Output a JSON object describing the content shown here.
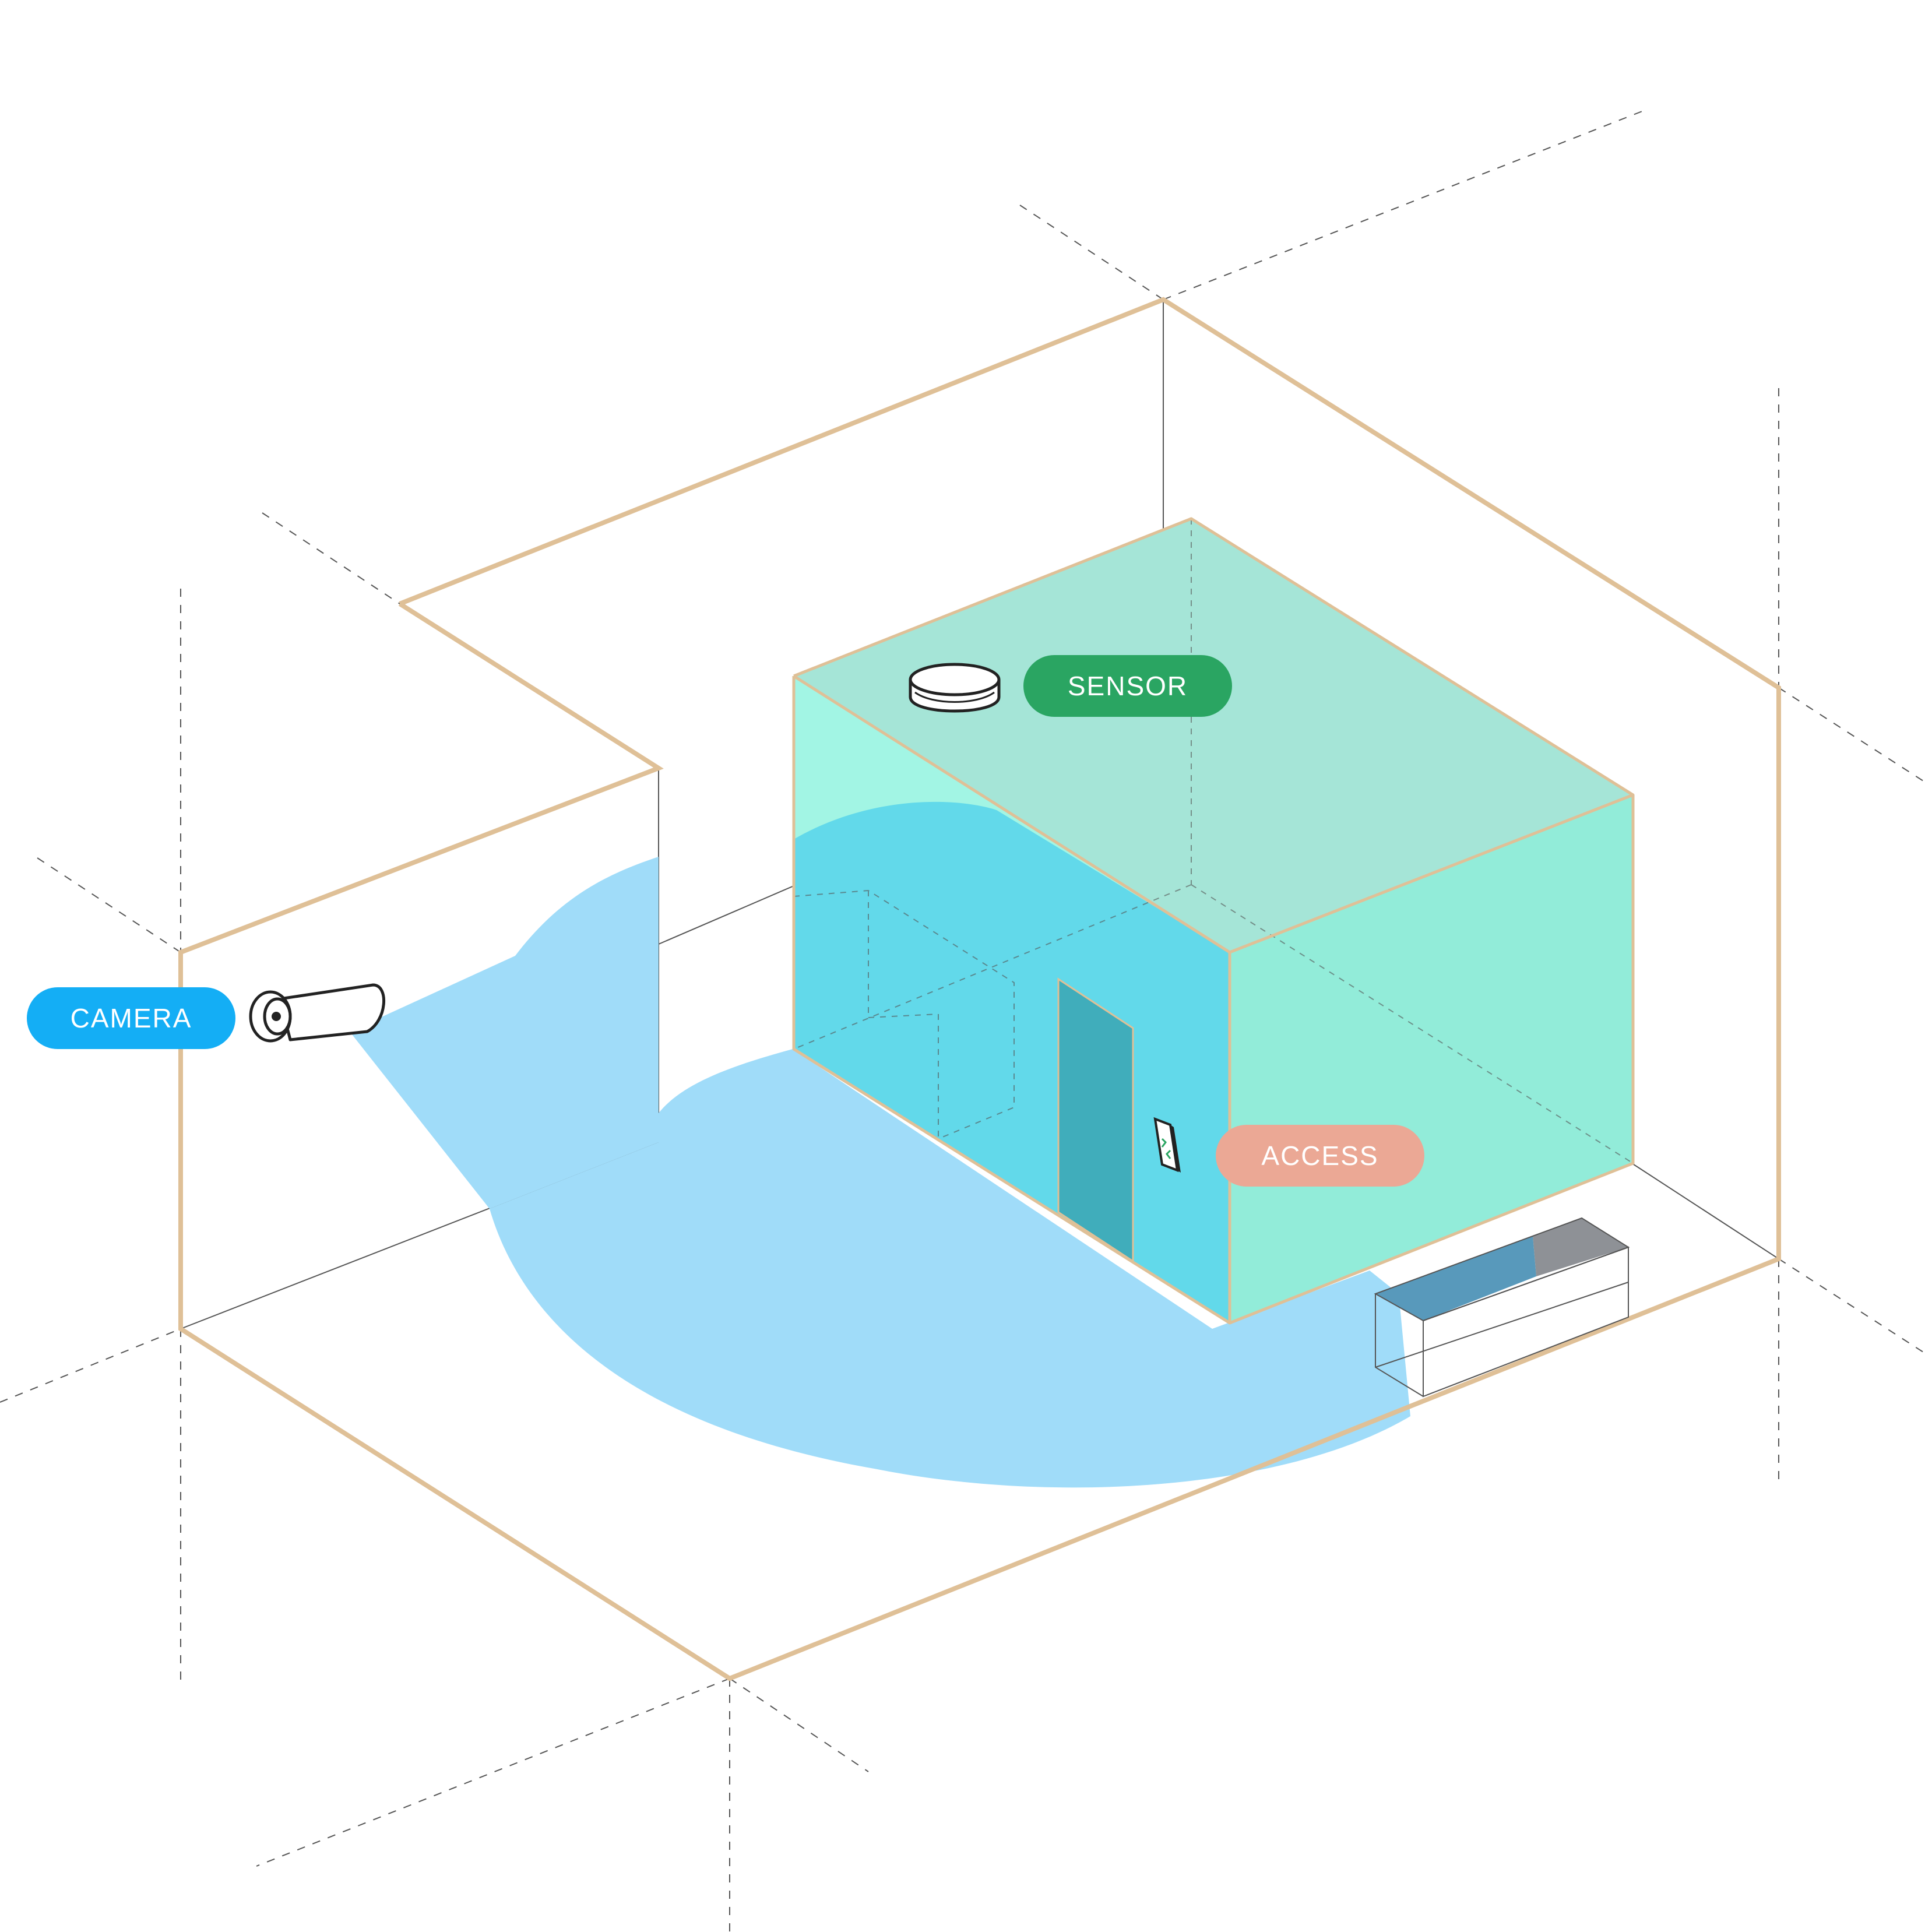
{
  "labels": {
    "camera": "CAMERA",
    "sensor": "SENSOR",
    "access": "ACCESS"
  },
  "icons": {
    "camera": "security-camera-icon",
    "sensor": "ceiling-sensor-icon",
    "access": "access-reader-icon"
  },
  "colors": {
    "background": "#ffffff",
    "outline": "#dfc097",
    "camera_coverage": "#a0dcf9",
    "room_front": "#62d9ea",
    "room_top": "#a5e5d7",
    "room_side": "#92ecd9",
    "room_back_wall": "#a2f5e4",
    "door": "#40adbb",
    "camera_pill": "#14aef5",
    "sensor_pill": "#2aa562",
    "access_pill": "#eba895",
    "cabinet_blue": "#5899bb",
    "cabinet_gray": "#8e9196",
    "guide_line": "#555555"
  }
}
